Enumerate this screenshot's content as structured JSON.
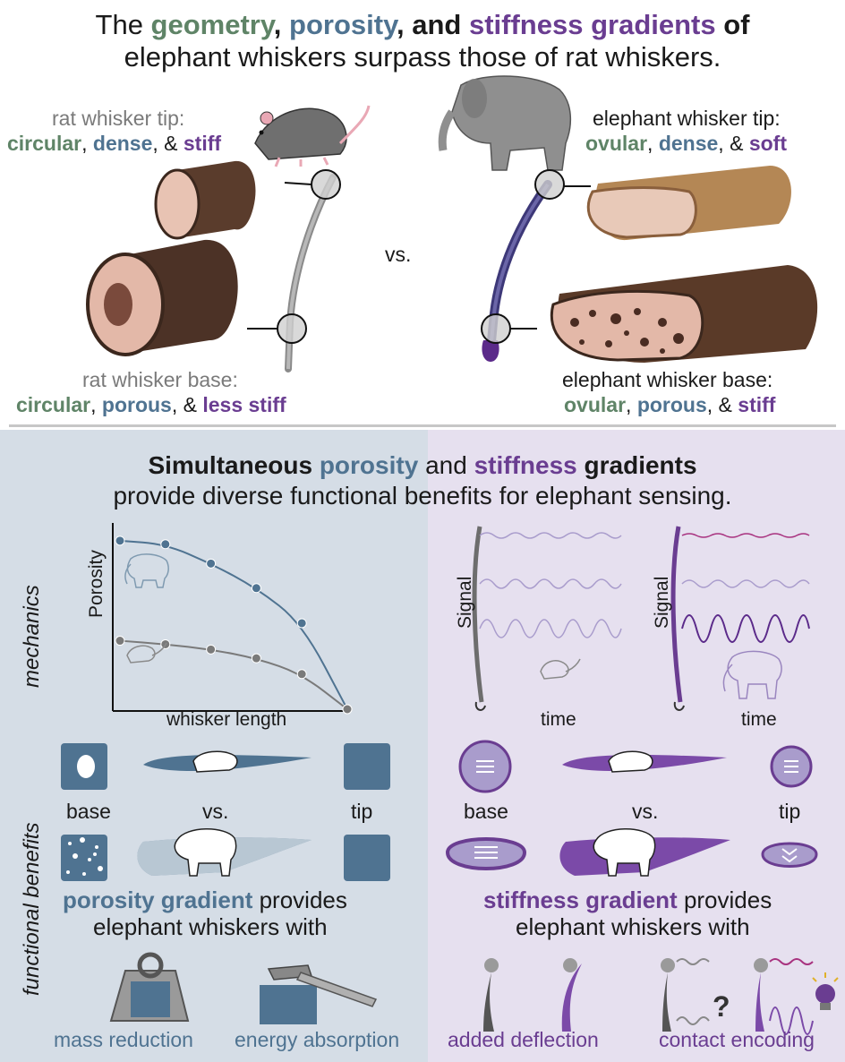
{
  "header": {
    "line1": {
      "w1": "The ",
      "geometry": "geometry",
      "comma1": ", ",
      "porosity": "porosity",
      "w2": ", and ",
      "stiffness": "stiffness gradients",
      "w3": " of"
    },
    "line2": "elephant whiskers surpass those of rat whiskers."
  },
  "rat_tip": {
    "label": "rat whisker tip:",
    "a": "circular",
    "sep1": ", ",
    "b": "dense",
    "sep2": ", & ",
    "c": "stiff"
  },
  "rat_base": {
    "label": "rat whisker base:",
    "a": "circular",
    "sep1": ", ",
    "b": "porous",
    "sep2": ", & ",
    "c": "less stiff"
  },
  "ele_tip": {
    "label": "elephant whisker tip:",
    "a": "ovular",
    "sep1": ", ",
    "b": "dense",
    "sep2": ", & ",
    "c": "soft"
  },
  "ele_base": {
    "label": "elephant whisker base:",
    "a": "ovular",
    "sep1": ", ",
    "b": "porous",
    "sep2": ", & ",
    "c": "stiff"
  },
  "vs_top": "vs.",
  "section2": {
    "l1": {
      "w1": "Simultaneous ",
      "porosity": "porosity",
      "w2": " and ",
      "stiffness": "stiffness",
      "w3": " gradients"
    },
    "l2": "provide diverse functional benefits for elephant sensing."
  },
  "side_labels": {
    "mechanics": "mechanics",
    "functional": "functional benefits"
  },
  "porosity_chart": {
    "ylabel": "Porosity",
    "xlabel": "whisker length"
  },
  "chart_data": {
    "type": "scatter",
    "title": "",
    "xlabel": "whisker length",
    "ylabel": "Porosity",
    "series": [
      {
        "values": [
          0.96,
          0.94,
          0.83,
          0.69,
          0.49,
          0.0
        ]
      },
      {
        "values": [
          0.39,
          0.37,
          0.34,
          0.29,
          0.2,
          0.0
        ]
      }
    ],
    "x": [
      0,
      0.2,
      0.4,
      0.6,
      0.8,
      1.0
    ],
    "grid": false
  },
  "signal_panels": {
    "ylabel": "Signal",
    "xlabel": "time"
  },
  "func_left": {
    "base": "base",
    "vs": "vs.",
    "tip": "tip"
  },
  "func_right": {
    "base": "base",
    "vs": "vs.",
    "tip": "tip"
  },
  "porosity_text": {
    "hl": "porosity gradient",
    "w1": " provides",
    "l2": "elephant whiskers with"
  },
  "stiffness_text": {
    "hl": "stiffness gradient",
    "w1": " provides",
    "l2": "elephant whiskers with"
  },
  "question_mark": "?",
  "benefits": {
    "mass": "mass reduction",
    "energy": "energy absorption",
    "deflection": "added deflection",
    "contact": "contact encoding"
  },
  "colors": {
    "green": "#5f8467",
    "blue": "#4f7391",
    "purple": "#6a3d91",
    "left_bg": "#d5dde6",
    "right_bg": "#e6e0ef"
  }
}
